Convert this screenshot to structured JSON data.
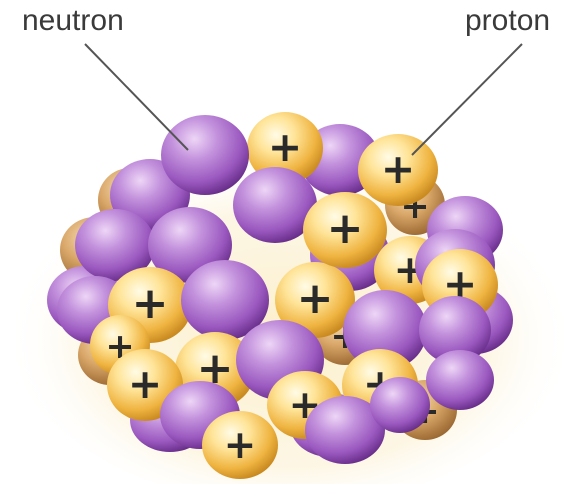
{
  "labels": {
    "neutron": "neutron",
    "proton": "proton"
  },
  "particles": {
    "proton_sign": "+",
    "proton_count_visible": 17,
    "neutron_count_visible": 24
  },
  "colors": {
    "proton_light": "#fff3c8",
    "proton_mid": "#f3c050",
    "proton_dark": "#c98a20",
    "neutron_light": "#e4c2ef",
    "neutron_mid": "#a665c6",
    "neutron_dark": "#6a2f8c",
    "sign": "#2a2a2a",
    "glow": "#fbeec8",
    "leader_line": "#555555"
  }
}
